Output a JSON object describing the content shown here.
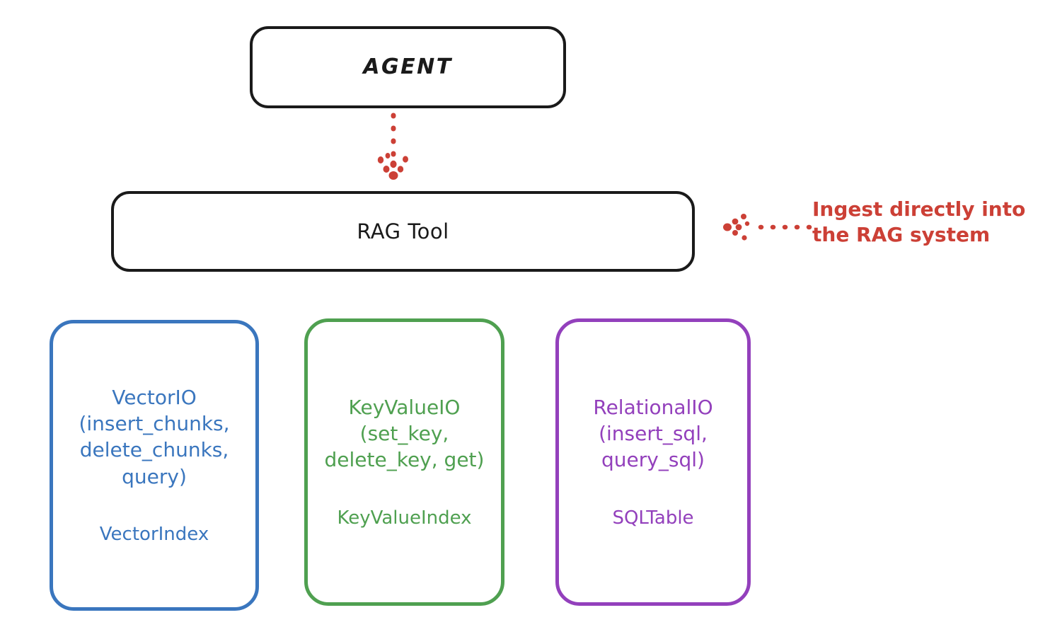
{
  "diagram": {
    "title_nodes": {
      "agent": {
        "label": "AGENT",
        "color": "#1a1a1a"
      },
      "rag_tool": {
        "label": "RAG Tool",
        "color": "#1a1a1a"
      }
    },
    "providers": [
      {
        "key": "vector-io",
        "api": "VectorIO\n(insert_chunks,\ndelete_chunks,\nquery)",
        "index": "VectorIndex",
        "color": "#3a76be"
      },
      {
        "key": "key-value-io",
        "api": "KeyValueIO\n(set_key,\ndelete_key, get)",
        "index": "KeyValueIndex",
        "color": "#4fa050"
      },
      {
        "key": "relational-io",
        "api": "RelationalIO\n(insert_sql,\nquery_sql)",
        "index": "SQLTable",
        "color": "#9340bc"
      }
    ],
    "annotations": {
      "ingest": {
        "text": "Ingest directly into\nthe RAG system",
        "color": "#cc4036"
      }
    },
    "connectors": [
      {
        "name": "agent-to-rag-tool",
        "style": "dotted",
        "color": "#cc4036",
        "direction": "down"
      },
      {
        "name": "ingest-into-rag-tool",
        "style": "dotted",
        "color": "#cc4036",
        "direction": "left"
      }
    ]
  }
}
